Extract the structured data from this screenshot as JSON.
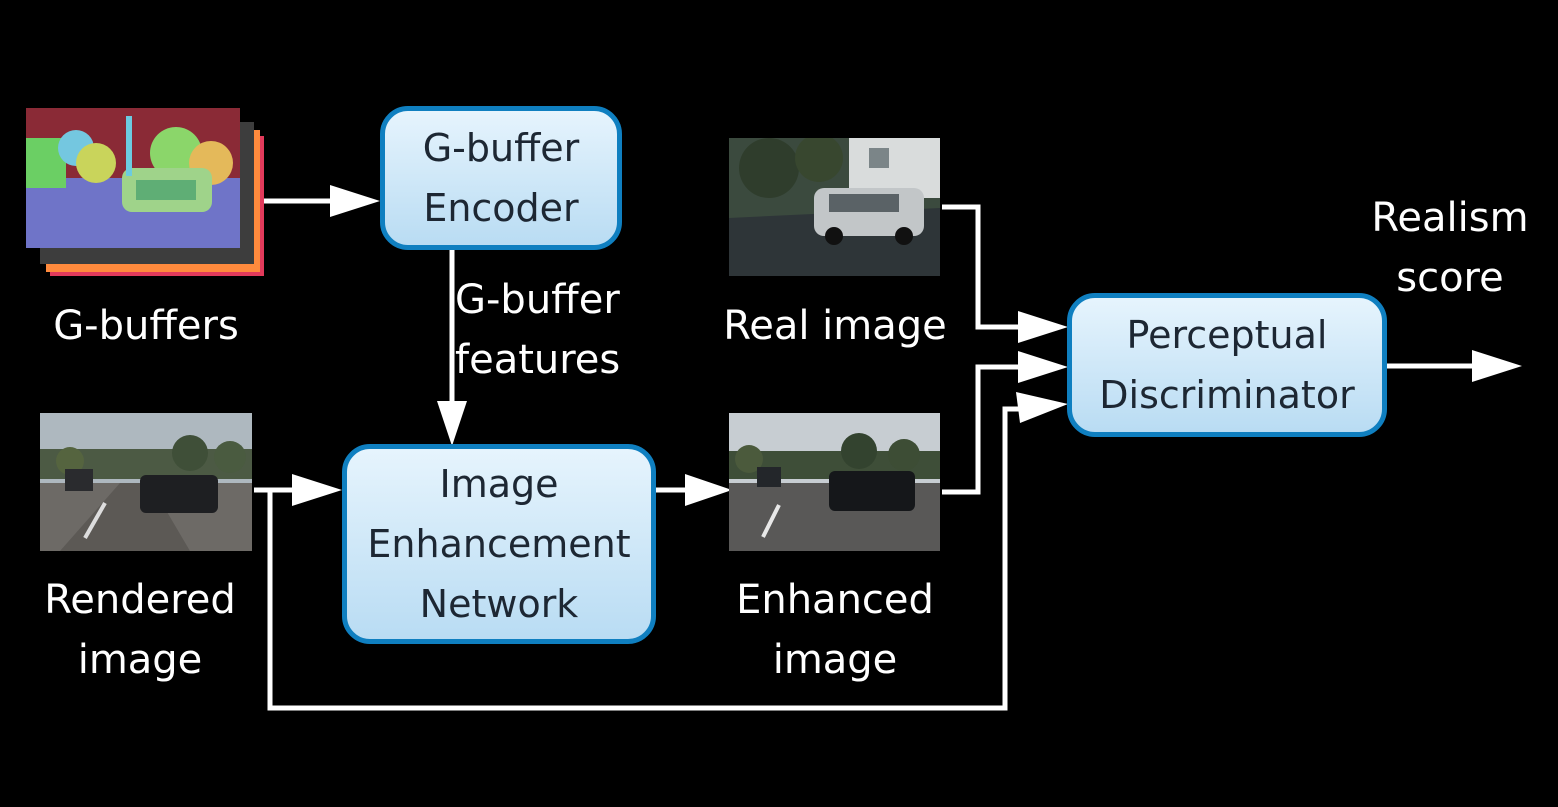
{
  "nodes": {
    "encoder": {
      "line1": "G-buffer",
      "line2": "Encoder"
    },
    "enhancement": {
      "line1": "Image",
      "line2": "Enhancement",
      "line3": "Network"
    },
    "discriminator": {
      "line1": "Perceptual",
      "line2": "Discriminator"
    }
  },
  "labels": {
    "gbuffers": "G-buffers",
    "gbuffer_features": {
      "line1": "G-buffer",
      "line2": "features"
    },
    "rendered_image": {
      "line1": "Rendered",
      "line2": "image"
    },
    "real_image": "Real image",
    "enhanced_image": {
      "line1": "Enhanced",
      "line2": "image"
    },
    "realism_score": {
      "line1": "Realism",
      "line2": "score"
    }
  },
  "colors": {
    "background": "#000000",
    "node_border": "#0f7fc0",
    "node_fill_top": "#e6f4fd",
    "node_fill_bottom": "#b9dcf3",
    "node_text": "#1d2733",
    "arrow": "#ffffff"
  },
  "images": {
    "gbuffers": "gbuffer-stack-image",
    "rendered": "rendered-street-photo",
    "real": "real-street-photo",
    "enhanced": "enhanced-street-photo"
  }
}
